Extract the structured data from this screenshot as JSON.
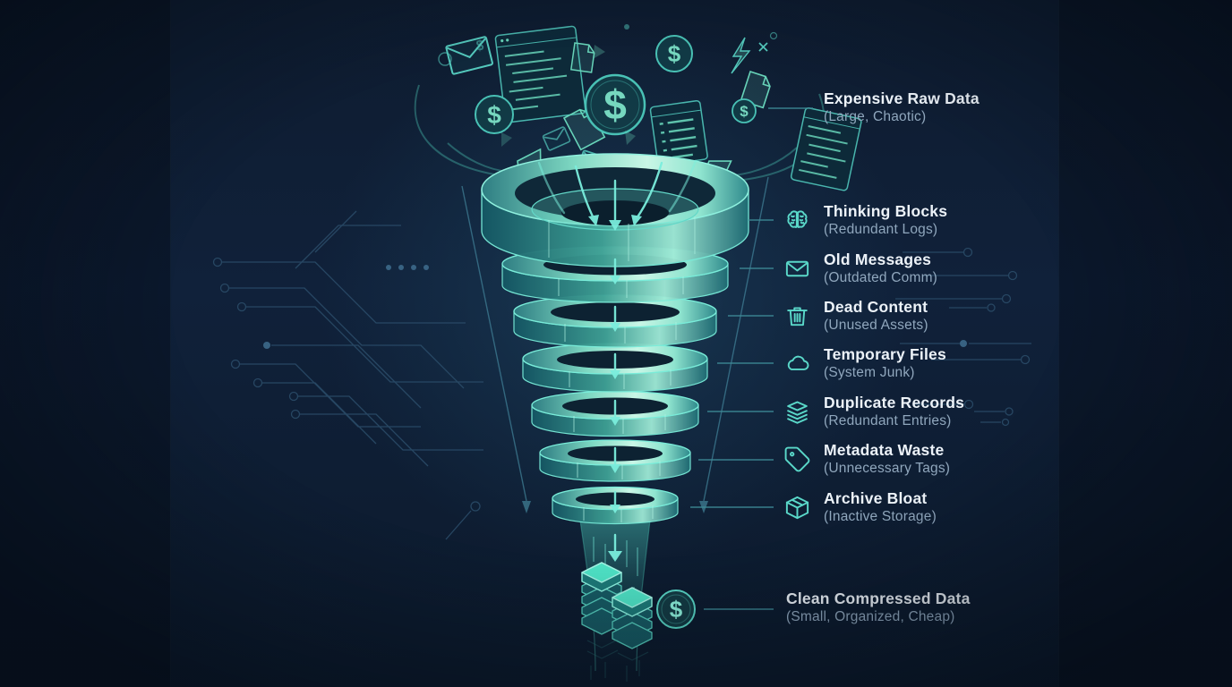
{
  "top_label": {
    "title": "Expensive Raw Data",
    "subtitle": "(Large, Chaotic)"
  },
  "stages": [
    {
      "icon": "brain-icon",
      "title": "Thinking Blocks",
      "subtitle": "(Redundant Logs)"
    },
    {
      "icon": "envelope-icon",
      "title": "Old Messages",
      "subtitle": "(Outdated Comm)"
    },
    {
      "icon": "trash-icon",
      "title": "Dead Content",
      "subtitle": "(Unused Assets)"
    },
    {
      "icon": "cloud-icon",
      "title": "Temporary Files",
      "subtitle": "(System Junk)"
    },
    {
      "icon": "layers-icon",
      "title": "Duplicate Records",
      "subtitle": "(Redundant Entries)"
    },
    {
      "icon": "tag-icon",
      "title": "Metadata Waste",
      "subtitle": "(Unnecessary Tags)"
    },
    {
      "icon": "cube-icon",
      "title": "Archive Bloat",
      "subtitle": "(Inactive Storage)"
    }
  ],
  "bottom_label": {
    "icon": "dollar-coin-icon",
    "title": "Clean Compressed Data",
    "subtitle": "(Small, Organized, Cheap)"
  },
  "glyphs": {
    "dollar": "$"
  },
  "colors": {
    "background": "#10213a",
    "accent_teal": "#4fd1c5",
    "mint": "#8df2dc",
    "ring_highlight": "#c9f6e6",
    "title_text": "#ecf2f8",
    "subtitle_text": "#90a7bd",
    "circuit_trace": "#2c4e6b"
  }
}
